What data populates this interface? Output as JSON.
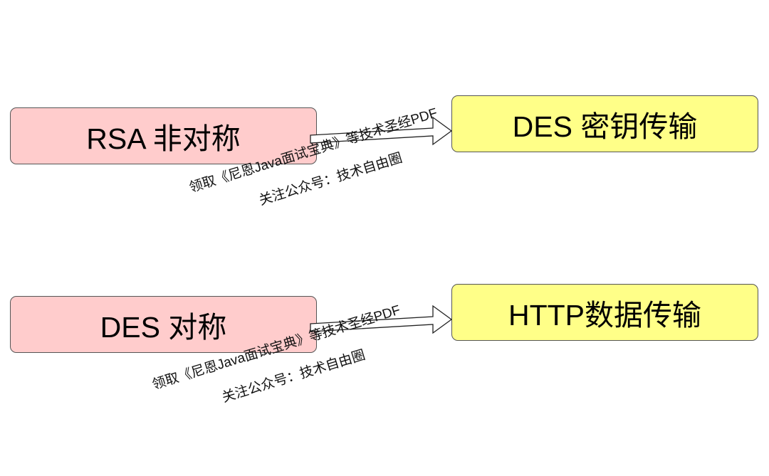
{
  "diagram": {
    "nodes": [
      {
        "id": "rsa",
        "label": "RSA 非对称",
        "fill": "#ffcccc"
      },
      {
        "id": "des_key",
        "label": "DES 密钥传输",
        "fill": "#ffff88"
      },
      {
        "id": "des",
        "label": "DES 对称",
        "fill": "#ffcccc"
      },
      {
        "id": "http",
        "label": "HTTP数据传输",
        "fill": "#ffff88"
      }
    ],
    "edges": [
      {
        "from": "rsa",
        "to": "des_key"
      },
      {
        "from": "des",
        "to": "http"
      }
    ]
  },
  "watermark": {
    "line1": "领取《尼恩Java面试宝典》等技术圣经PDF",
    "line2": "关注公众号：技术自由圈"
  },
  "colors": {
    "pink_node": "#ffcccc",
    "yellow_node": "#ffff88",
    "border": "#555555"
  }
}
